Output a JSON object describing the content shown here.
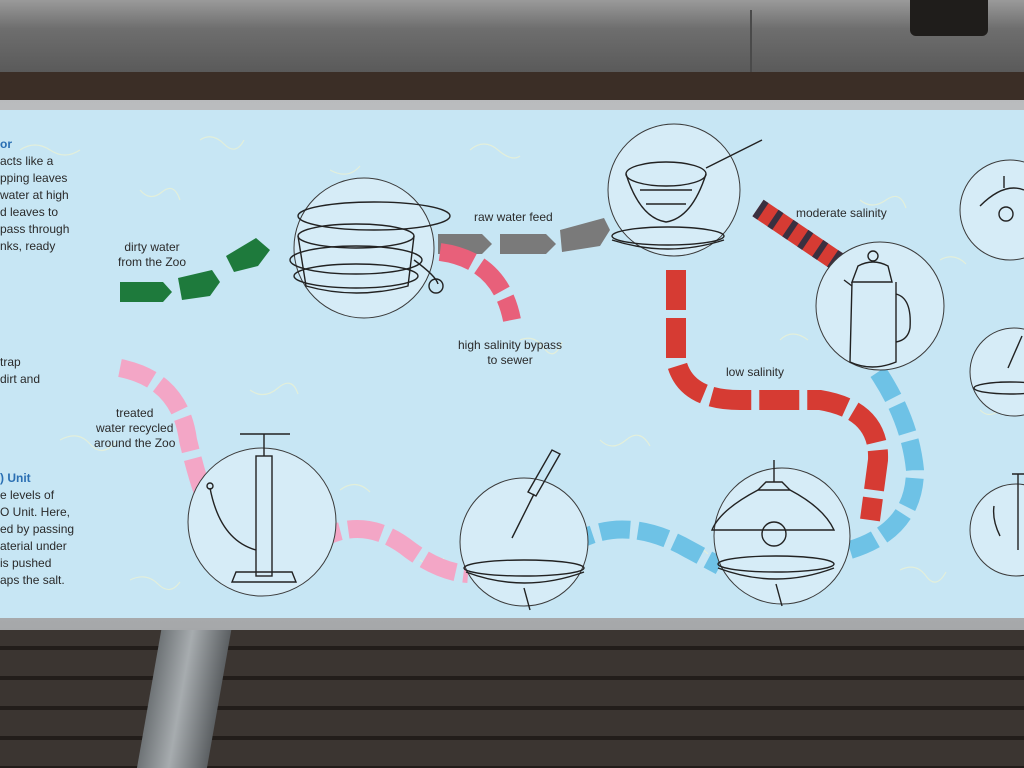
{
  "panel": {
    "side_text": {
      "block1": {
        "heading": "or",
        "lines": [
          "acts like a",
          "pping leaves",
          "water at high",
          "d leaves to",
          "pass through",
          "nks, ready"
        ]
      },
      "block2": {
        "lines": [
          "trap",
          "dirt and"
        ]
      },
      "block3": {
        "heading": ") Unit",
        "lines": [
          "e levels of",
          "O Unit. Here,",
          "ed by passing",
          "aterial under",
          "is pushed",
          "aps the salt."
        ]
      }
    },
    "flow_labels": {
      "dirty_water": [
        "dirty water",
        "from the Zoo"
      ],
      "raw_water_feed": "raw water feed",
      "moderate_salinity": "moderate salinity",
      "high_salinity_bypass": [
        "high salinity bypass",
        "to sewer"
      ],
      "low_salinity": "low salinity",
      "treated_water": [
        "treated",
        "water recycled",
        "around the Zoo"
      ]
    },
    "colors": {
      "background": "#c7e6f4",
      "dirty_water": "#1e7a3c",
      "raw_water": "#7a7a7a",
      "bypass": "#e8607a",
      "moderate_salinity": "#d63b33",
      "low_salinity": "#d63b33",
      "blue_stream": "#6ec2e6",
      "treated_water": "#f3a6c6"
    }
  }
}
